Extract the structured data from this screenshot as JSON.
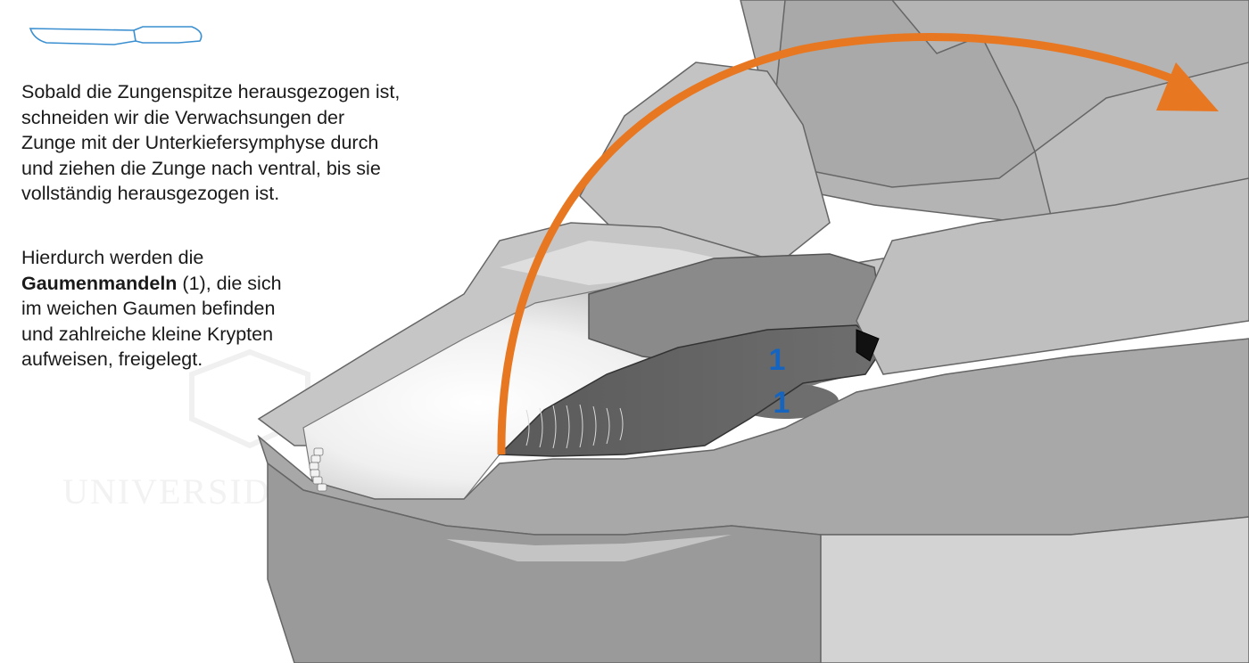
{
  "paragraph1": {
    "lines": [
      "Sobald die Zungenspitze herausgezogen ist,",
      "schneiden wir die Verwachsungen der",
      "Zunge mit der Unterkiefersymphyse durch",
      "und ziehen die Zunge nach ventral, bis sie",
      "vollständig herausgezogen ist."
    ]
  },
  "paragraph2": {
    "line1": "Hierdurch werden die",
    "line2_bold": "Gaumenmandeln",
    "line2_rest": " (1), die sich",
    "line3": "im weichen Gaumen befinden",
    "line4": "und zahlreiche kleine Krypten",
    "line5": "aufweisen, freigelegt."
  },
  "labels": {
    "tonsil_upper": "1",
    "tonsil_lower": "1"
  },
  "watermark": "UNIVERSIDAD DE CÓRDOBA",
  "icons": {
    "knife": "knife-icon",
    "arrow": "curved-arrow"
  },
  "colors": {
    "arrow": "#e87722",
    "label": "#1565c0",
    "knife_outline": "#3a8fd0"
  }
}
